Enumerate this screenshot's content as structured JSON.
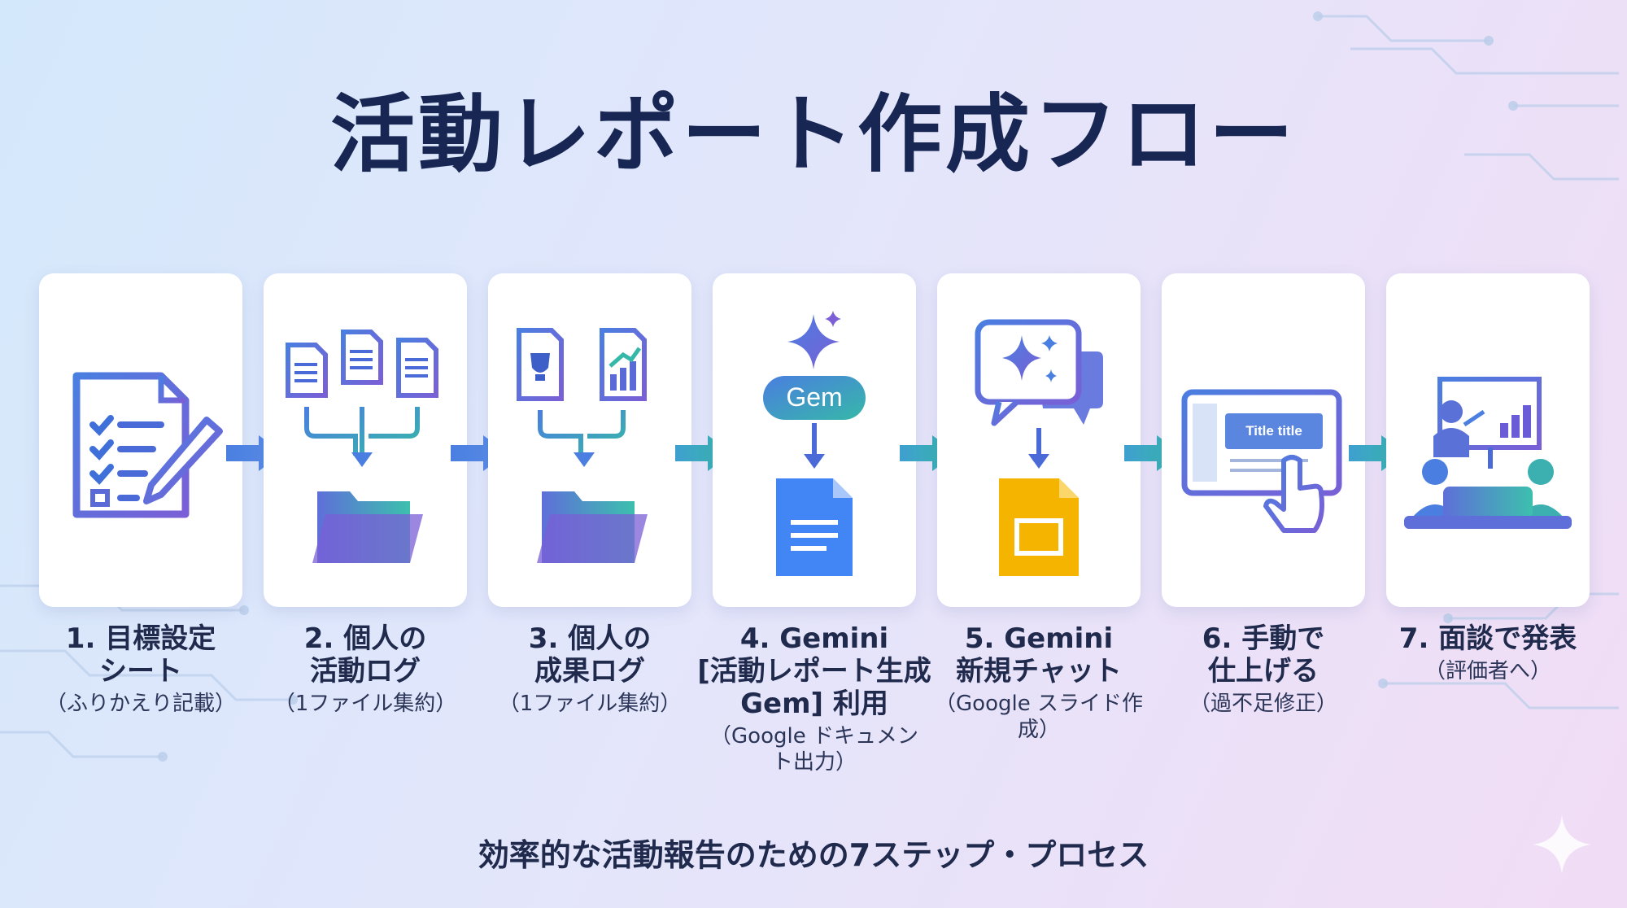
{
  "title": "活動レポート作成フロー",
  "footer": "効率的な活動報告のための7ステップ・プロセス",
  "steps": [
    {
      "label_1": "1. 目標設定",
      "label_2": "シート",
      "sub": "（ふりかえり記載）",
      "icon": "checklist-document-pen-icon"
    },
    {
      "label_1": "2. 個人の",
      "label_2": "活動ログ",
      "sub": "（1ファイル集約）",
      "icon": "documents-merge-to-folder-icon"
    },
    {
      "label_1": "3. 個人の",
      "label_2": "成果ログ",
      "sub": "（1ファイル集約）",
      "icon": "trophy-chart-docs-to-folder-icon"
    },
    {
      "label_1": "4. Gemini",
      "label_2": "[活動レポート生成",
      "label_3": "Gem] 利用",
      "sub": "（Google ドキュメン",
      "sub_2": "ト出力）",
      "icon": "gem-to-google-docs-icon",
      "gem_badge": "Gem"
    },
    {
      "label_1": "5. Gemini",
      "label_2": "新規チャット",
      "sub": "（Google スライド作成）",
      "icon": "chat-to-google-slides-icon"
    },
    {
      "label_1": "6. 手動で",
      "label_2": "仕上げる",
      "sub": "（過不足修正）",
      "icon": "slide-edit-hand-icon",
      "slide_text": "Title title"
    },
    {
      "label_1": "7. 面談で発表",
      "sub": "（評価者へ）",
      "icon": "presentation-meeting-icon"
    }
  ],
  "colors": {
    "title": "#172653",
    "accent_blue": "#4a7ee0",
    "accent_purple": "#6a5bd6",
    "accent_teal": "#36b8a8",
    "docs_blue": "#4285f4",
    "slides_yellow": "#f4b400"
  }
}
